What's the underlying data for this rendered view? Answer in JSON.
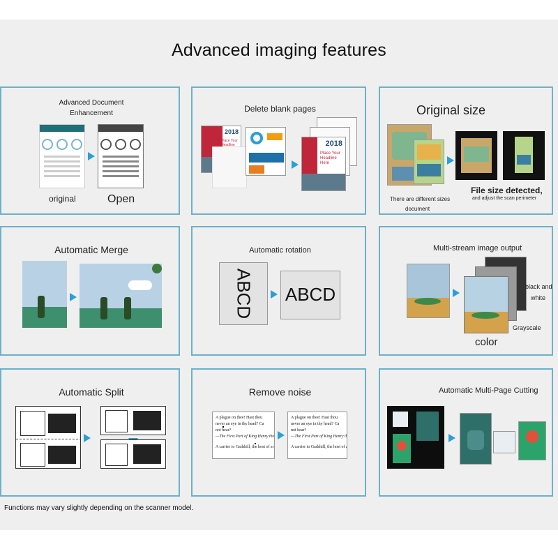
{
  "title": "Advanced imaging features",
  "panels": {
    "enhance": {
      "line1": "Advanced Document",
      "line2": "Enhancement",
      "left": "original",
      "right": "Open"
    },
    "blank": {
      "heading": "Delete blank pages",
      "year1": "2018",
      "year2": "2018",
      "tagline1": "Place Your Headline Here",
      "tagline2": "Place Your Headline Here"
    },
    "size": {
      "heading": "Original size",
      "note1": "There are different sizes",
      "note2": "document",
      "detected": "File size detected,",
      "adjust": "and adjust the scan perimeter"
    },
    "merge": {
      "heading": "Automatic Merge"
    },
    "rotate": {
      "heading": "Automatic rotation",
      "text": "ABCD"
    },
    "stream": {
      "heading": "Multi-stream image output",
      "bw1": "black and",
      "bw2": "white",
      "gray": "Grayscale",
      "color": "color"
    },
    "split": {
      "heading": "Automatic Split"
    },
    "noise": {
      "heading": "Remove noise",
      "line1": "A plague on thee! Hast thou",
      "line2": "never an eye in thy head? Ca",
      "line3": "not hear?",
      "line4": "—The First Part of King Henry the",
      "line5": "A carrier to Gadshill, the host of a carrier"
    },
    "cutting": {
      "heading": "Automatic Multi-Page Cutting"
    }
  },
  "footer": "Functions may vary slightly depending on the scanner model.",
  "colors": {
    "border": "#6cb1c9",
    "arrow": "#2a9fd6",
    "background": "#efefef"
  }
}
